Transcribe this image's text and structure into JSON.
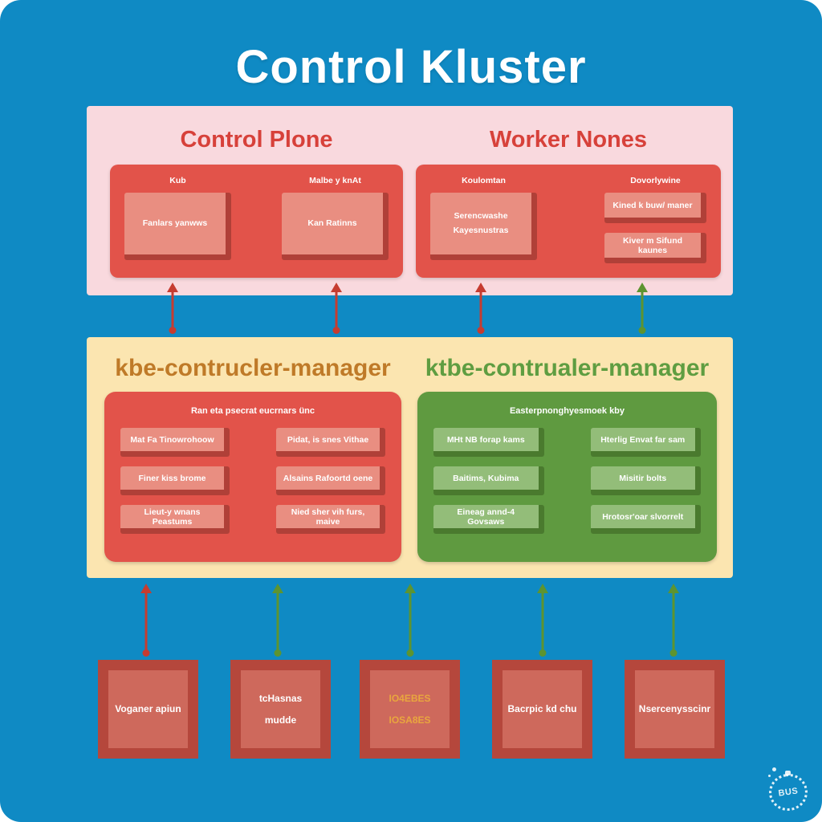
{
  "title": "Control Kluster",
  "colors": {
    "background": "#0f8ac4",
    "panel_pink": "#f9d9de",
    "panel_yellow": "#fbe5b0",
    "container_red": "#e2534a",
    "container_green": "#5f9a40",
    "chip_salmon": "#e98e81",
    "chip_light_green": "#93bd79",
    "bevel_dark_red": "#b04038",
    "bevel_dark_green": "#4a7a2e",
    "heading_red": "#d7413a",
    "heading_orange": "#bf7a28",
    "heading_green": "#5f9d41",
    "bottom_node_frame": "#b5473c",
    "bottom_node_fill": "#ce695c",
    "arrow_red": "#c63c30",
    "arrow_green": "#5d9430",
    "highlight_text_orange": "#e9a63e",
    "title_white": "#ffffff"
  },
  "cluster_panel": {
    "control_plane": {
      "heading": "Control Plone",
      "columns": [
        {
          "label": "Kub",
          "box": "Fanlars yanwws"
        },
        {
          "label": "Malbe y knAt",
          "box": "Kan Ratinns"
        }
      ]
    },
    "worker_nodes": {
      "heading": "Worker Nones",
      "columns": [
        {
          "label": "Koulomtan",
          "box": "Serencwashe\nKayesnustras"
        },
        {
          "label": "Dovorlywine",
          "box_top": "Kined k buw/ maner",
          "box_bottom": "Kiver m Sifund kaunes"
        }
      ]
    }
  },
  "manager_panel": {
    "left": {
      "heading": "kbe-contrucler-manager",
      "subtitle": "Ran eta psecrat eucrnars ünc",
      "boxes": [
        "Mat Fa Tinowrohoow",
        "Pidat, is snes Vithae",
        "Finer kiss brome",
        "Alsains Rafoortd oene",
        "Lieut-y wnans Peastums",
        "Nied sher vih furs, maive"
      ]
    },
    "right": {
      "heading": "ktbe-contrualer-manager",
      "subtitle": "Easterpnonghyesmoek kby",
      "boxes": [
        "MHt NB forap kams",
        "Hterlig Envat far sam",
        "Baitims, Kubima",
        "Misitir bolts",
        "Eineag annd-4 Govsaws",
        "Hrotosr'oar slvorrelt"
      ]
    }
  },
  "bottom_nodes": [
    "Voganer apiun",
    "tcHasnas mudde",
    "IO4EBES\nIOSA8ES",
    "Bacrpic kd chu",
    "Nsercenysscinr"
  ],
  "watermark": "BUS"
}
